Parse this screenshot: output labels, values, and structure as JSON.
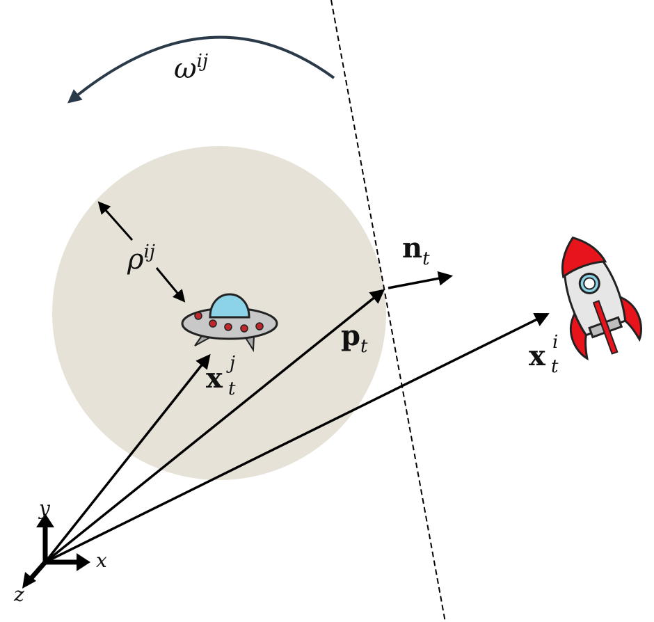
{
  "labels": {
    "omega": {
      "base": "ω",
      "sup": "ij"
    },
    "rho": {
      "base": "ρ",
      "sup": "ij"
    },
    "n": {
      "base": "n",
      "sub": "t"
    },
    "p": {
      "base": "p",
      "sub": "t"
    },
    "xj": {
      "base": "x",
      "sup": "j",
      "sub": "t"
    },
    "xi": {
      "base": "x",
      "sup": "i",
      "sub": "t"
    },
    "axis_x": "x",
    "axis_y": "y",
    "axis_z": "z"
  },
  "icons": {
    "agent_j": "ufo-icon",
    "agent_i": "rocket-icon"
  },
  "colors": {
    "safety_region": "#e6e2d8",
    "rotation_arc": "#2b3a48",
    "ufo_body": "#c8c8c8",
    "ufo_dome": "#8dd3e8",
    "ufo_lights": "#c0272d",
    "rocket_nose": "#e8141b",
    "rocket_body": "#e6e6e6"
  }
}
